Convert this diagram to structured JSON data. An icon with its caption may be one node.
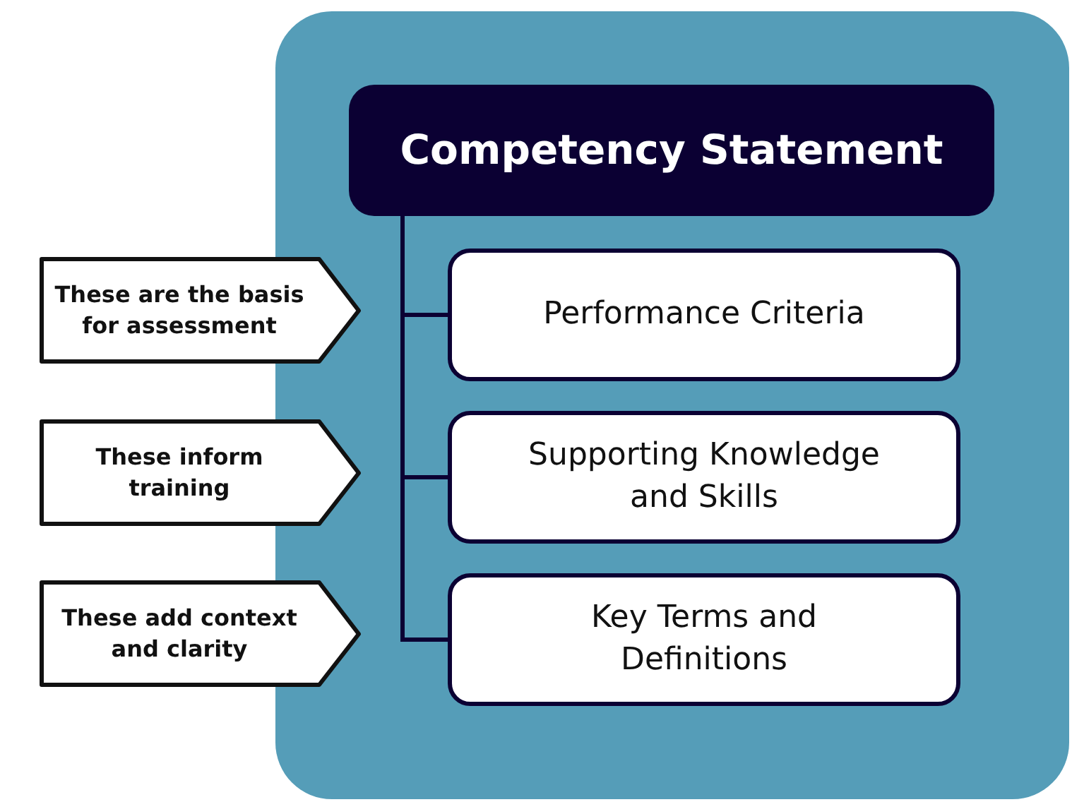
{
  "diagram": {
    "nodes": [
      {
        "text": [],
        "shape": "box"
      },
      {
        "text": [
          "Competency Statement"
        ],
        "in": 0
      },
      {
        "text": [
          "Performance Criteria"
        ],
        "in": 0
      },
      {
        "text": [
          "Supporting Knowledge and Skills"
        ],
        "in": 0
      },
      {
        "text": [
          "Key Terms and Definitions"
        ],
        "in": 0
      },
      {
        "text": [
          "These are the basis for assessment"
        ]
      },
      {
        "text": [
          "These inform training"
        ]
      },
      {
        "text": [
          "These add context and clarity"
        ]
      }
    ],
    "edges": [
      {
        "from": 1,
        "to": 2,
        "arrow": "none"
      },
      {
        "from": 1,
        "to": 3,
        "arrow": "none"
      },
      {
        "from": 1,
        "to": 4,
        "arrow": "none"
      }
    ]
  }
}
